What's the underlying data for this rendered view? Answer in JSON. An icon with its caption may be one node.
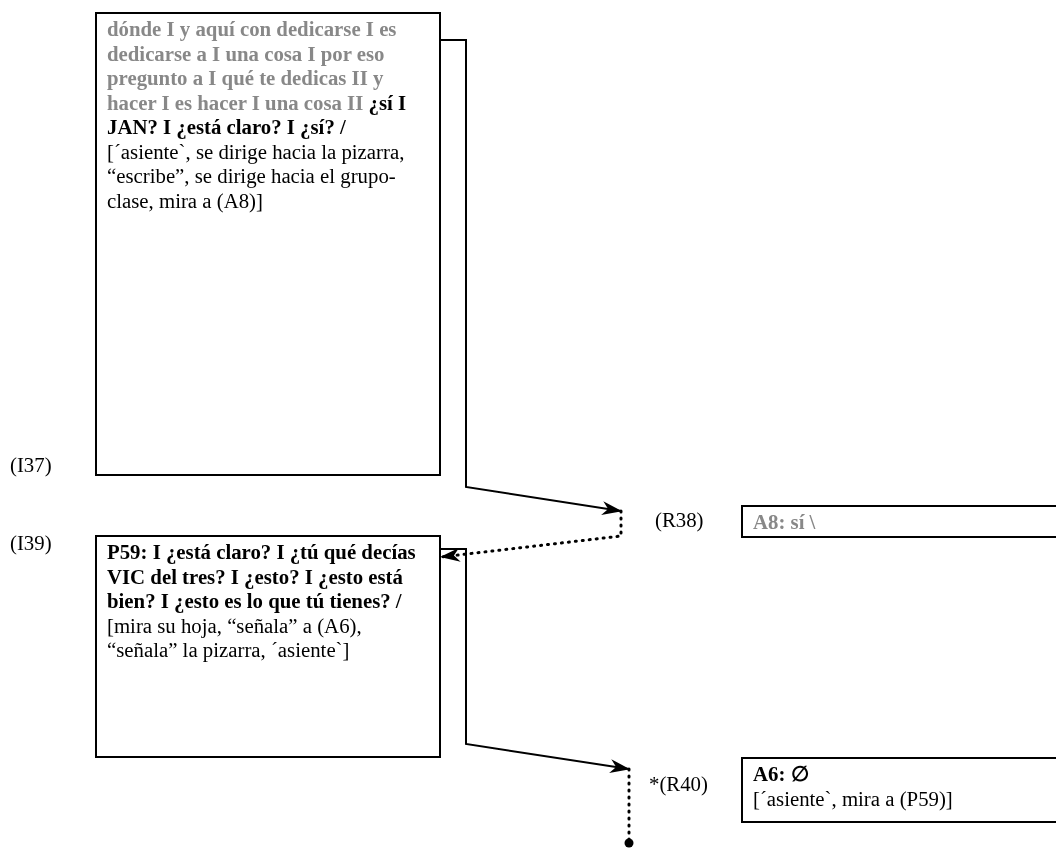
{
  "diagram": {
    "nodes": [
      {
        "text": [
          "dónde I y aquí con dedicarse I es dedicarse a I una cosa I por eso pregunto a I qué te dedicas II y hacer I es hacer I una cosa II",
          "¿sí I JAN? I ¿está claro? I ¿sí? /",
          "[´asiente`, se dirige hacia la pizarra, “escribe”, se dirige hacia el grupo-clase, mira a (A8)]"
        ],
        "beside": [
          "(I37)"
        ]
      },
      {
        "text": [
          "A8: sí \\"
        ],
        "beside": [
          "(R38)"
        ]
      },
      {
        "text": [
          "P59: I ¿está claro? I ¿tú qué decías VIC del tres? I ¿esto? I ¿esto está bien? I ¿esto es lo que tú tienes? /",
          "[mira su hoja, “señala” a (A6), “señala” la pizarra, ´asiente`]"
        ],
        "beside": [
          "(I39)"
        ]
      },
      {
        "text": [
          "A6: ∅",
          "[´asiente`, mira a (P59)]"
        ],
        "beside": [
          "*(R40)"
        ]
      }
    ],
    "edges": [
      {
        "from": 0,
        "to": 1,
        "arrow": "to"
      },
      {
        "from": 1,
        "to": 2,
        "arrow": "to",
        "style": "dashed"
      },
      {
        "from": 2,
        "to": 3,
        "arrow": "to"
      },
      {
        "from": 3,
        "to": null,
        "arrow": "other",
        "style": "dashed"
      }
    ]
  }
}
